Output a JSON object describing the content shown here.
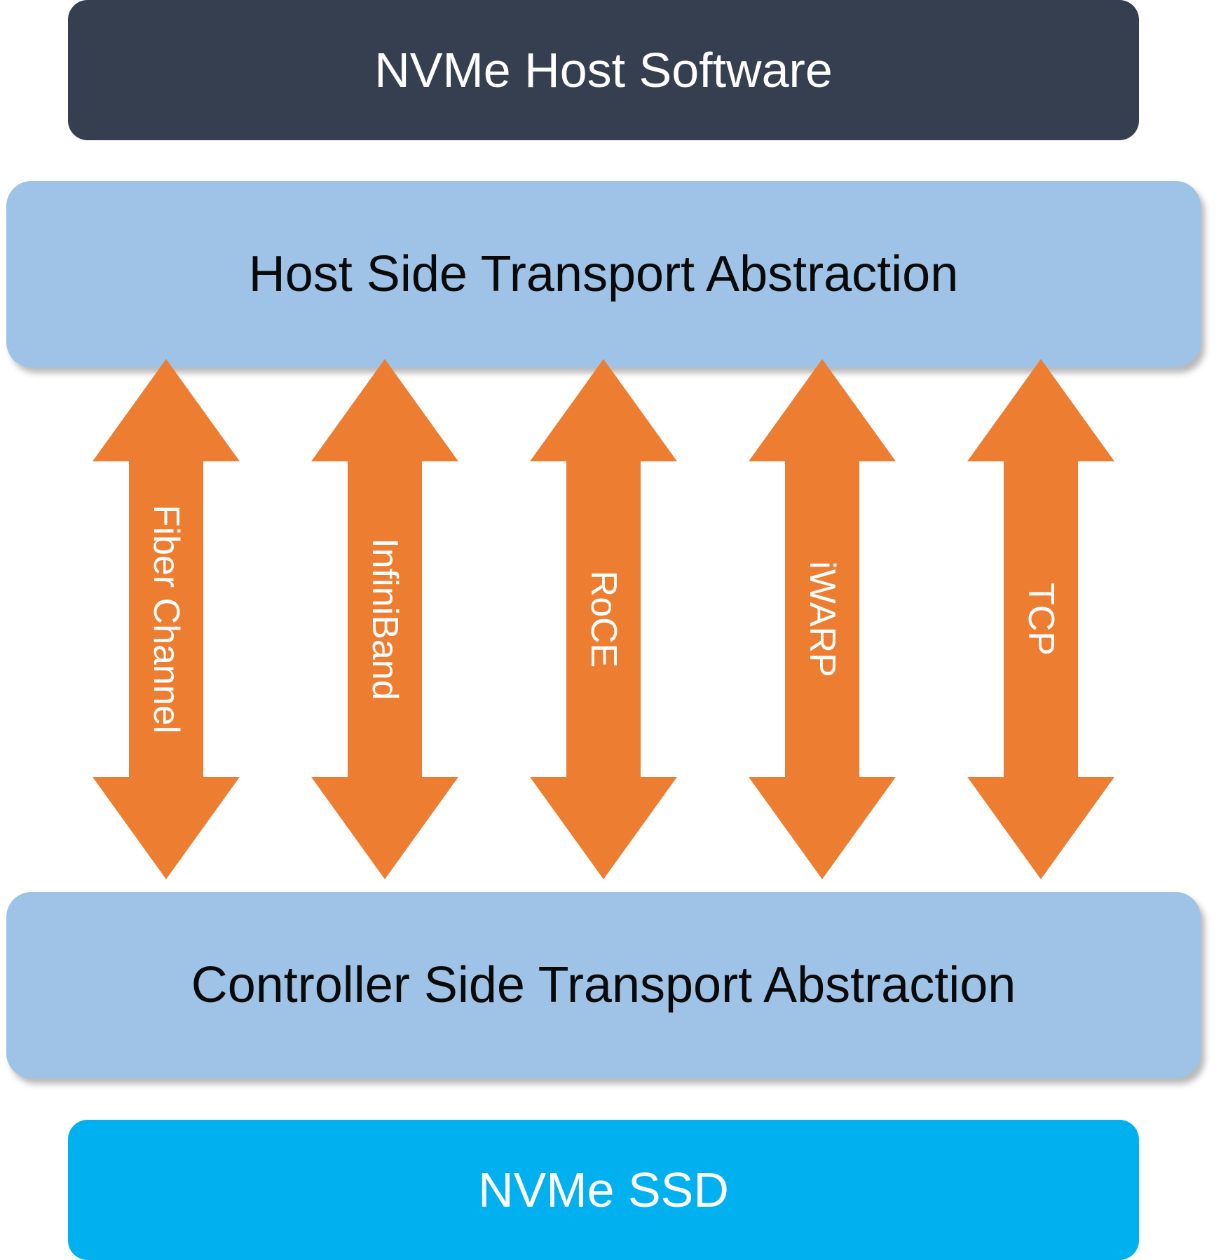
{
  "colors": {
    "host_software": "#353f50",
    "transport_layer": "#9fc3e6",
    "arrow": "#ed7d31",
    "nvme_ssd": "#00b0ef"
  },
  "layers": {
    "host_software": "NVMe Host Software",
    "host_transport": "Host Side Transport Abstraction",
    "controller_transport": "Controller Side Transport Abstraction",
    "nvme_ssd": "NVMe SSD"
  },
  "transports": [
    {
      "label": "Fiber Channel"
    },
    {
      "label": "InfiniBand"
    },
    {
      "label": "RoCE"
    },
    {
      "label": "iWARP"
    },
    {
      "label": "TCP"
    }
  ]
}
